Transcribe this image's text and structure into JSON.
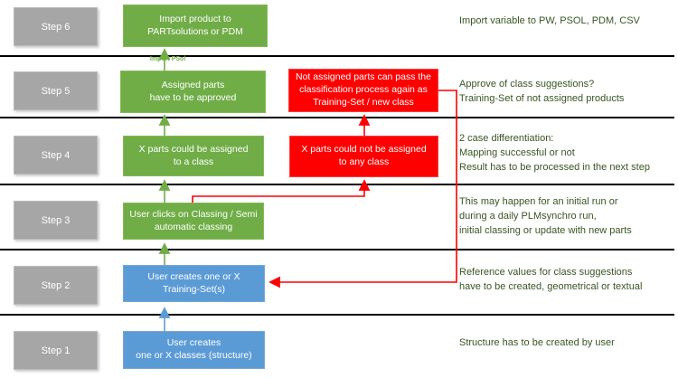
{
  "steps": [
    {
      "label": "Step 6"
    },
    {
      "label": "Step 5"
    },
    {
      "label": "Step 4"
    },
    {
      "label": "Step 3"
    },
    {
      "label": "Step 2"
    },
    {
      "label": "Step 1"
    }
  ],
  "flow": [
    {
      "step": "Step 6",
      "color": "green",
      "text": "Import product to\nPARTsolutions or PDM"
    },
    {
      "step": "Step 5",
      "color": "green",
      "text": "Assigned parts\nhave to be approved"
    },
    {
      "step": "Step 5",
      "color": "red",
      "text": "Not assigned parts can pass the\nclassification process again as\nTraining-Set / new class"
    },
    {
      "step": "Step 4",
      "color": "green",
      "text": "X parts could be assigned\nto a class"
    },
    {
      "step": "Step 4",
      "color": "red",
      "text": "X parts could not be assigned\nto any class"
    },
    {
      "step": "Step 3",
      "color": "green",
      "text": "User clicks on Classing / Semi\nautomatic classing"
    },
    {
      "step": "Step 2",
      "color": "blue",
      "text": "User creates one or X\nTraining-Set(s)"
    },
    {
      "step": "Step 1",
      "color": "blue",
      "text": "User creates\none or X classes (structure)"
    }
  ],
  "annotations": [
    {
      "step": "Step 6",
      "text": "Import variable to PW, PSOL, PDM, CSV"
    },
    {
      "step": "Step 5",
      "text": "Approve of class suggestions?\nTraining-Set of not assigned products"
    },
    {
      "step": "Step 4",
      "text": "2 case differentiation:\nMapping successful or not\nResult has to be processed in the next step"
    },
    {
      "step": "Step 3",
      "text": "This may happen for an initial run or\nduring a daily PLMsynchro run,\ninitial classing or update with new parts"
    },
    {
      "step": "Step 2",
      "text": "Reference values for class suggestions\nhave to be created, geometrical or textual"
    },
    {
      "step": "Step 1",
      "text": "Structure has to be created by user"
    }
  ],
  "labels": {
    "import_psol": "Import PSol"
  },
  "colors": {
    "green": "#70ad47",
    "blue": "#5b9bd5",
    "red": "#ff0000",
    "gray": "#a6a6a6",
    "annotation_text": "#375623",
    "divider": "#000000"
  }
}
